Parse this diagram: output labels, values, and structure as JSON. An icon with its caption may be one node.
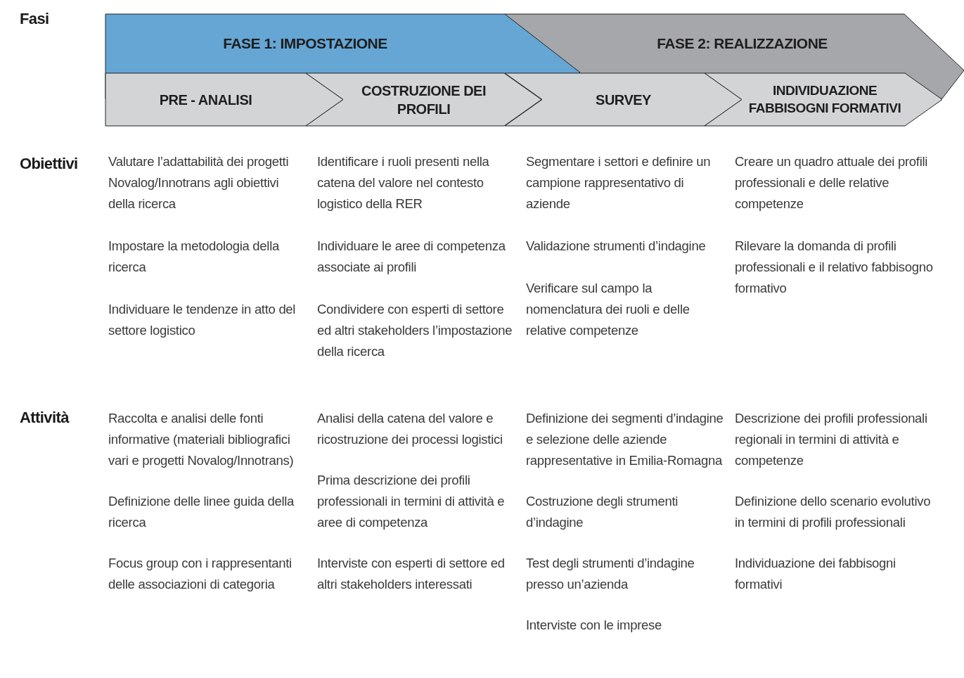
{
  "diagram": {
    "nodes": [
      {
        "text": [
          "FASE 1: IMPOSTAZIONE"
        ]
      },
      {
        "text": [
          "FASE 2: REALIZZAZIONE"
        ]
      },
      {
        "text": [
          "PRE - ANALISI"
        ]
      },
      {
        "text": [
          "COSTRUZIONE DEI PROFILI"
        ]
      },
      {
        "text": [
          "SURVEY"
        ]
      },
      {
        "text": [
          "INDIVIDUAZIONE FABBISOGNI FORMATIVI"
        ]
      }
    ],
    "labels": [
      "Fasi",
      "Obiettivi",
      "Valutare l’adattabilità dei progetti Novalog/Innotrans agli obiettivi della ricerca",
      "Impostare la metodologia della ricerca",
      "Individuare le tendenze in atto del settore logistico",
      "Identificare i ruoli presenti nella catena del valore nel contesto logistico della RER",
      "Individuare le aree di competenza associate ai profili",
      "Condividere con esperti di settore ed altri stakeholders l’impostazione della ricerca",
      "Segmentare i settori e definire un campione rappresentativo di aziende",
      "Validazione strumenti d’indagine",
      "Verificare sul campo la nomenclatura dei ruoli e delle relative competenze",
      "Creare un quadro attuale dei profili professionali e delle relative competenze",
      "Rilevare la domanda di profili professionali e il relativo fabbisogno formativo",
      "Attività",
      "Raccolta e analisi delle fonti informative (materiali bibliografici vari e progetti Novalog/Innotrans)",
      "Definizione delle linee guida della ricerca",
      "Focus group con i rappresentanti delle associazioni di categoria",
      "Analisi della catena del valore e ricostruzione dei processi logistici",
      "Prima descrizione dei profili professionali in termini di attività e aree di competenza",
      "Interviste con esperti di settore ed altri stakeholders interessati",
      "Definizione dei segmenti d’indagine e selezione delle aziende rappresentative in Emilia-Romagna",
      "Costruzione degli strumenti d’indagine",
      "Test degli strumenti d’indagine presso un’azienda",
      "Interviste con le imprese",
      "Descrizione dei profili professionali regionali in termini di attività e competenze",
      "Definizione dello scenario evolutivo in termini di profili professionali",
      "Individuazione dei fabbisogni formativi"
    ]
  }
}
